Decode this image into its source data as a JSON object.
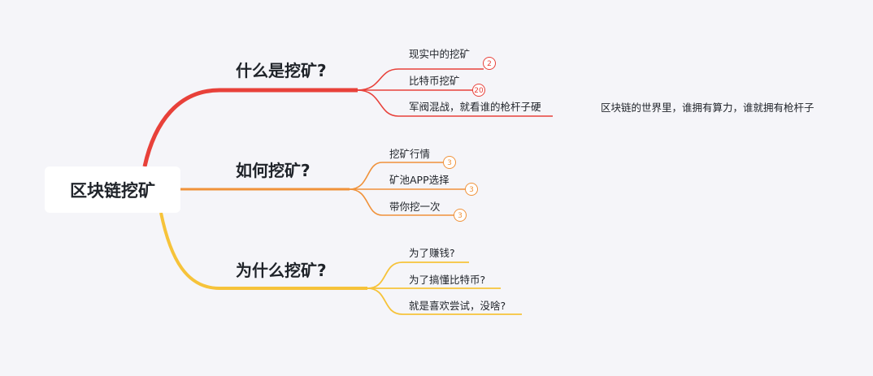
{
  "root": "区块链挖矿",
  "colors": {
    "red": "#e8413a",
    "orange": "#f0923a",
    "yellow": "#f6c33a"
  },
  "branches": [
    {
      "title": "什么是挖矿?",
      "children": [
        {
          "label": "现实中的挖矿",
          "count": "2"
        },
        {
          "label": "比特币挖矿",
          "count": "20"
        },
        {
          "label": "军阀混战，就看谁的枪杆子硬",
          "child": "区块链的世界里，谁拥有算力，谁就拥有枪杆子"
        }
      ]
    },
    {
      "title": "如何挖矿?",
      "children": [
        {
          "label": "挖矿行情",
          "count": "3"
        },
        {
          "label": "矿池APP选择",
          "count": "3"
        },
        {
          "label": "带你挖一次",
          "count": "3"
        }
      ]
    },
    {
      "title": "为什么挖矿?",
      "children": [
        {
          "label": "为了赚钱?"
        },
        {
          "label": "为了搞懂比特币?"
        },
        {
          "label": "就是喜欢尝试，没啥?"
        }
      ]
    }
  ]
}
